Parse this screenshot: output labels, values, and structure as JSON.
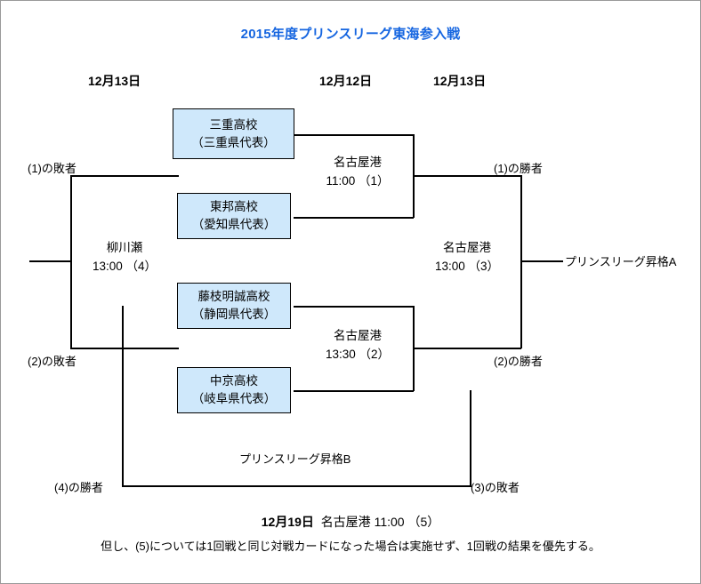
{
  "header": {
    "title": "2015年度プリンスリーグ東海参入戦"
  },
  "date_headers": [
    {
      "label": "12月13日"
    },
    {
      "label": "12月12日"
    },
    {
      "label": "12月13日"
    }
  ],
  "teams": [
    {
      "name": "三重高校",
      "region": "（三重県代表）"
    },
    {
      "name": "東邦高校",
      "region": "（愛知県代表）"
    },
    {
      "name": "藤枝明誠高校",
      "region": "（静岡県代表）"
    },
    {
      "name": "中京高校",
      "region": "（岐阜県代表）"
    }
  ],
  "matches": [
    {
      "id": "1",
      "venue": "名古屋港",
      "time_no": "11:00 （1）"
    },
    {
      "id": "2",
      "venue": "名古屋港",
      "time_no": "13:30 （2）"
    },
    {
      "id": "3",
      "venue": "名古屋港",
      "time_no": "13:00 （3）"
    },
    {
      "id": "4",
      "venue": "柳川瀬",
      "time_no": "13:00 （4）"
    }
  ],
  "qualifiers": {
    "loser_1": "(1)の敗者",
    "loser_2": "(2)の敗者",
    "winner_1": "(1)の勝者",
    "winner_2": "(2)の勝者",
    "winner_4": "(4)の勝者",
    "loser_3": "(3)の敗者"
  },
  "promotions": {
    "a": "プリンスリーグ昇格A",
    "b": "プリンスリーグ昇格B"
  },
  "footer": {
    "playoff_date": "12月19日",
    "playoff_info": "名古屋港  11:00 （5）",
    "note": "但し、(5)については1回戦と同じ対戦カードになった場合は実施せず、1回戦の結果を優先する。"
  },
  "colors": {
    "title_blue": "#1565e0",
    "box_fill": "#cfe8fb",
    "line_black": "#000000"
  }
}
